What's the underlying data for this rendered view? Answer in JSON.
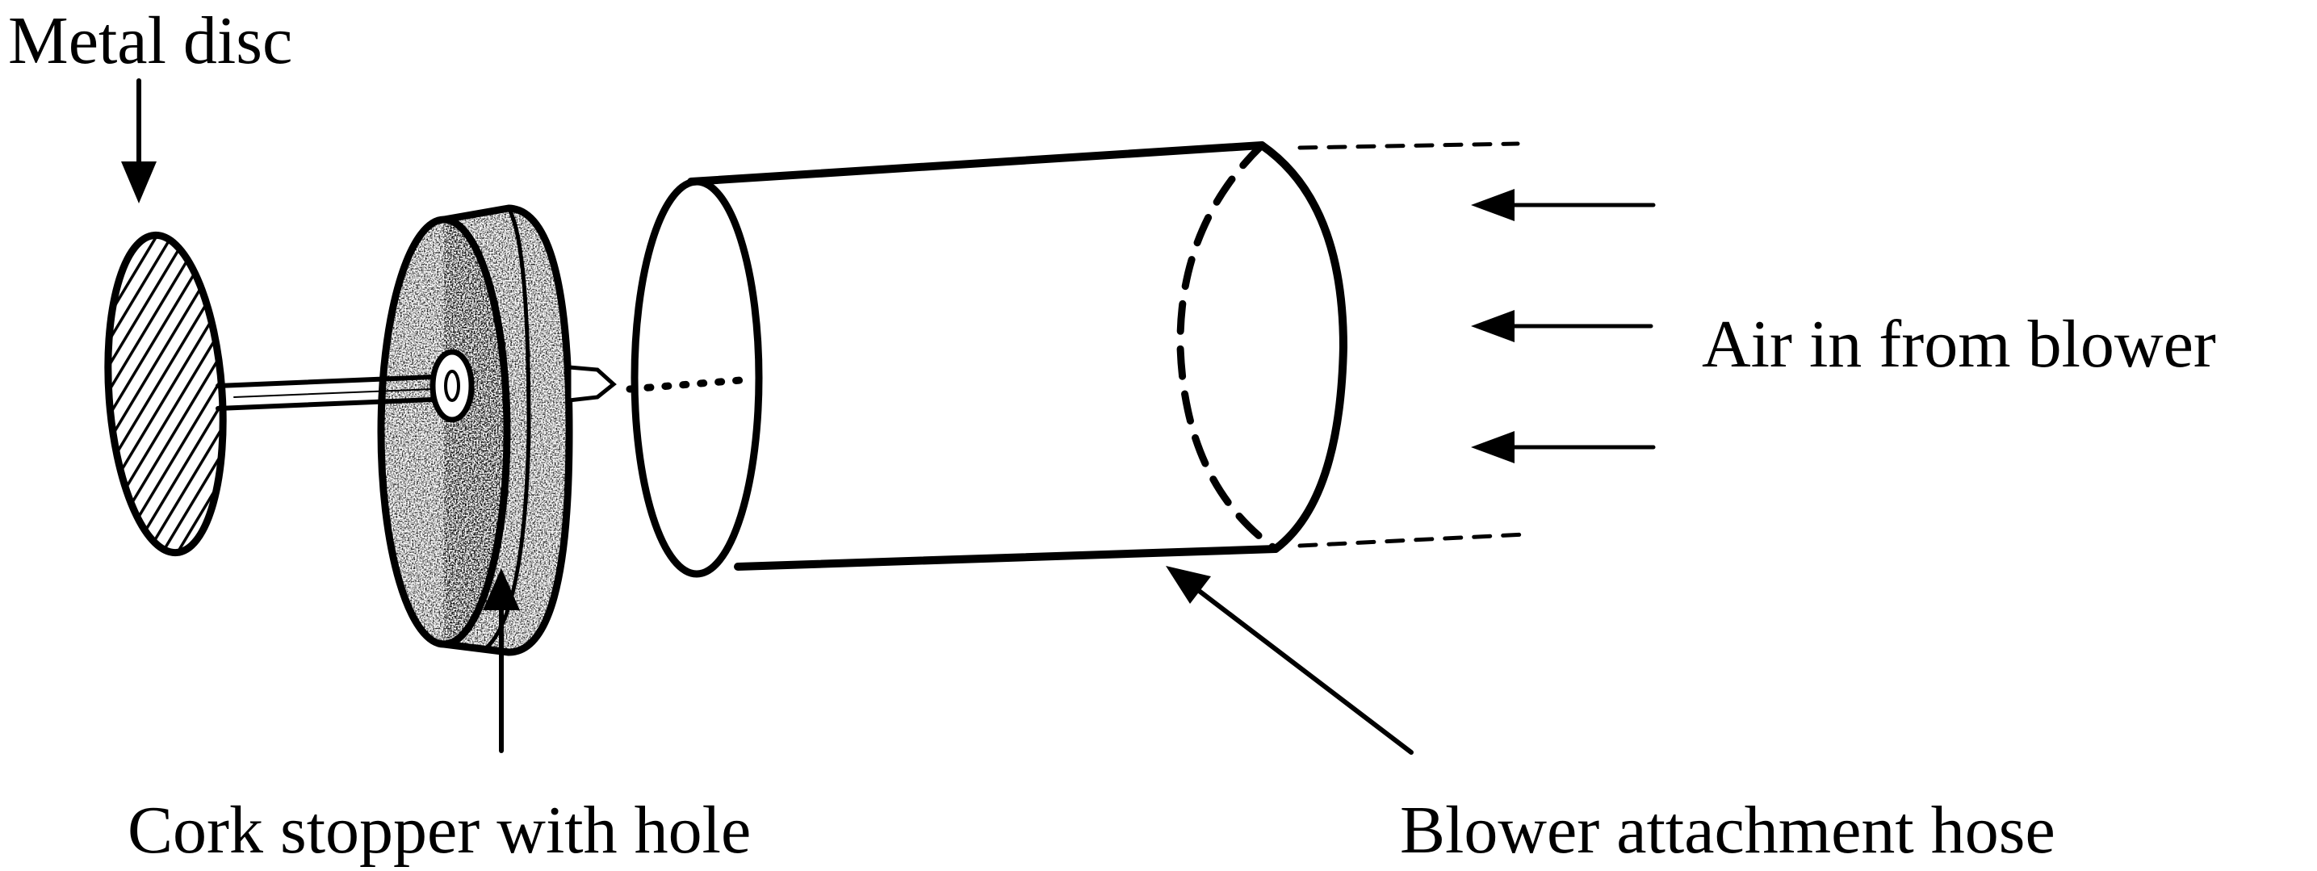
{
  "labels": {
    "metal_disc": "Metal disc",
    "air_in": "Air in from blower",
    "cork_stopper": "Cork stopper with hole",
    "blower_hose": "Blower attachment hose"
  },
  "colors": {
    "ink": "#000000",
    "background": "#ffffff"
  }
}
